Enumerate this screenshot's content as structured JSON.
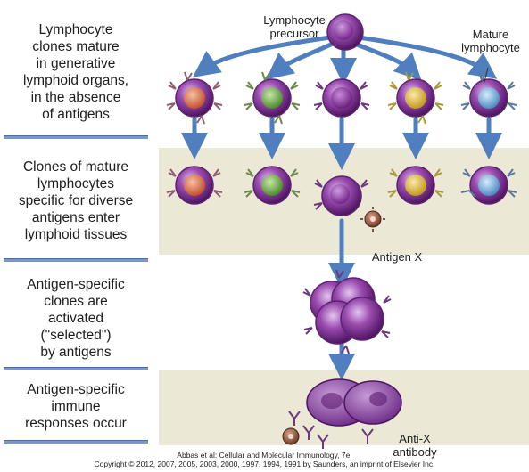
{
  "labels": {
    "step1": "Lymphocyte\nclones mature\nin generative\nlymphoid organs,\nin the absence\nof antigens",
    "step2": "Clones of mature\nlymphocytes\nspecific for diverse\nantigens enter\nlymphoid tissues",
    "step3": "Antigen-specific\nclones are\nactivated\n(\"selected\")\nby antigens",
    "step4": "Antigen-specific\nimmune\nresponses occur"
  },
  "captions": {
    "precursor": "Lymphocyte\nprecursor",
    "mature": "Mature\nlymphocyte",
    "antigen": "Antigen X",
    "antibody": "Anti-X\nantibody"
  },
  "credit": {
    "line1": "Abbas et al: Cellular and Molecular Immunology, 7e.",
    "line2": "Copyright © 2012, 2007, 2005, 2003, 2000, 1997, 1994, 1991 by Saunders, an imprint of Elsevier Inc."
  },
  "colors": {
    "rule": "#7b98c4",
    "band": "#ebe8d6",
    "arrow": "#4f7fbf",
    "cell_body": "#7a2c8c",
    "clone_orange": "#d9714a",
    "clone_green": "#69a84a",
    "clone_purple": "#8d3fa0",
    "clone_yellow": "#d9b63a",
    "clone_blue": "#6aa8d8"
  }
}
